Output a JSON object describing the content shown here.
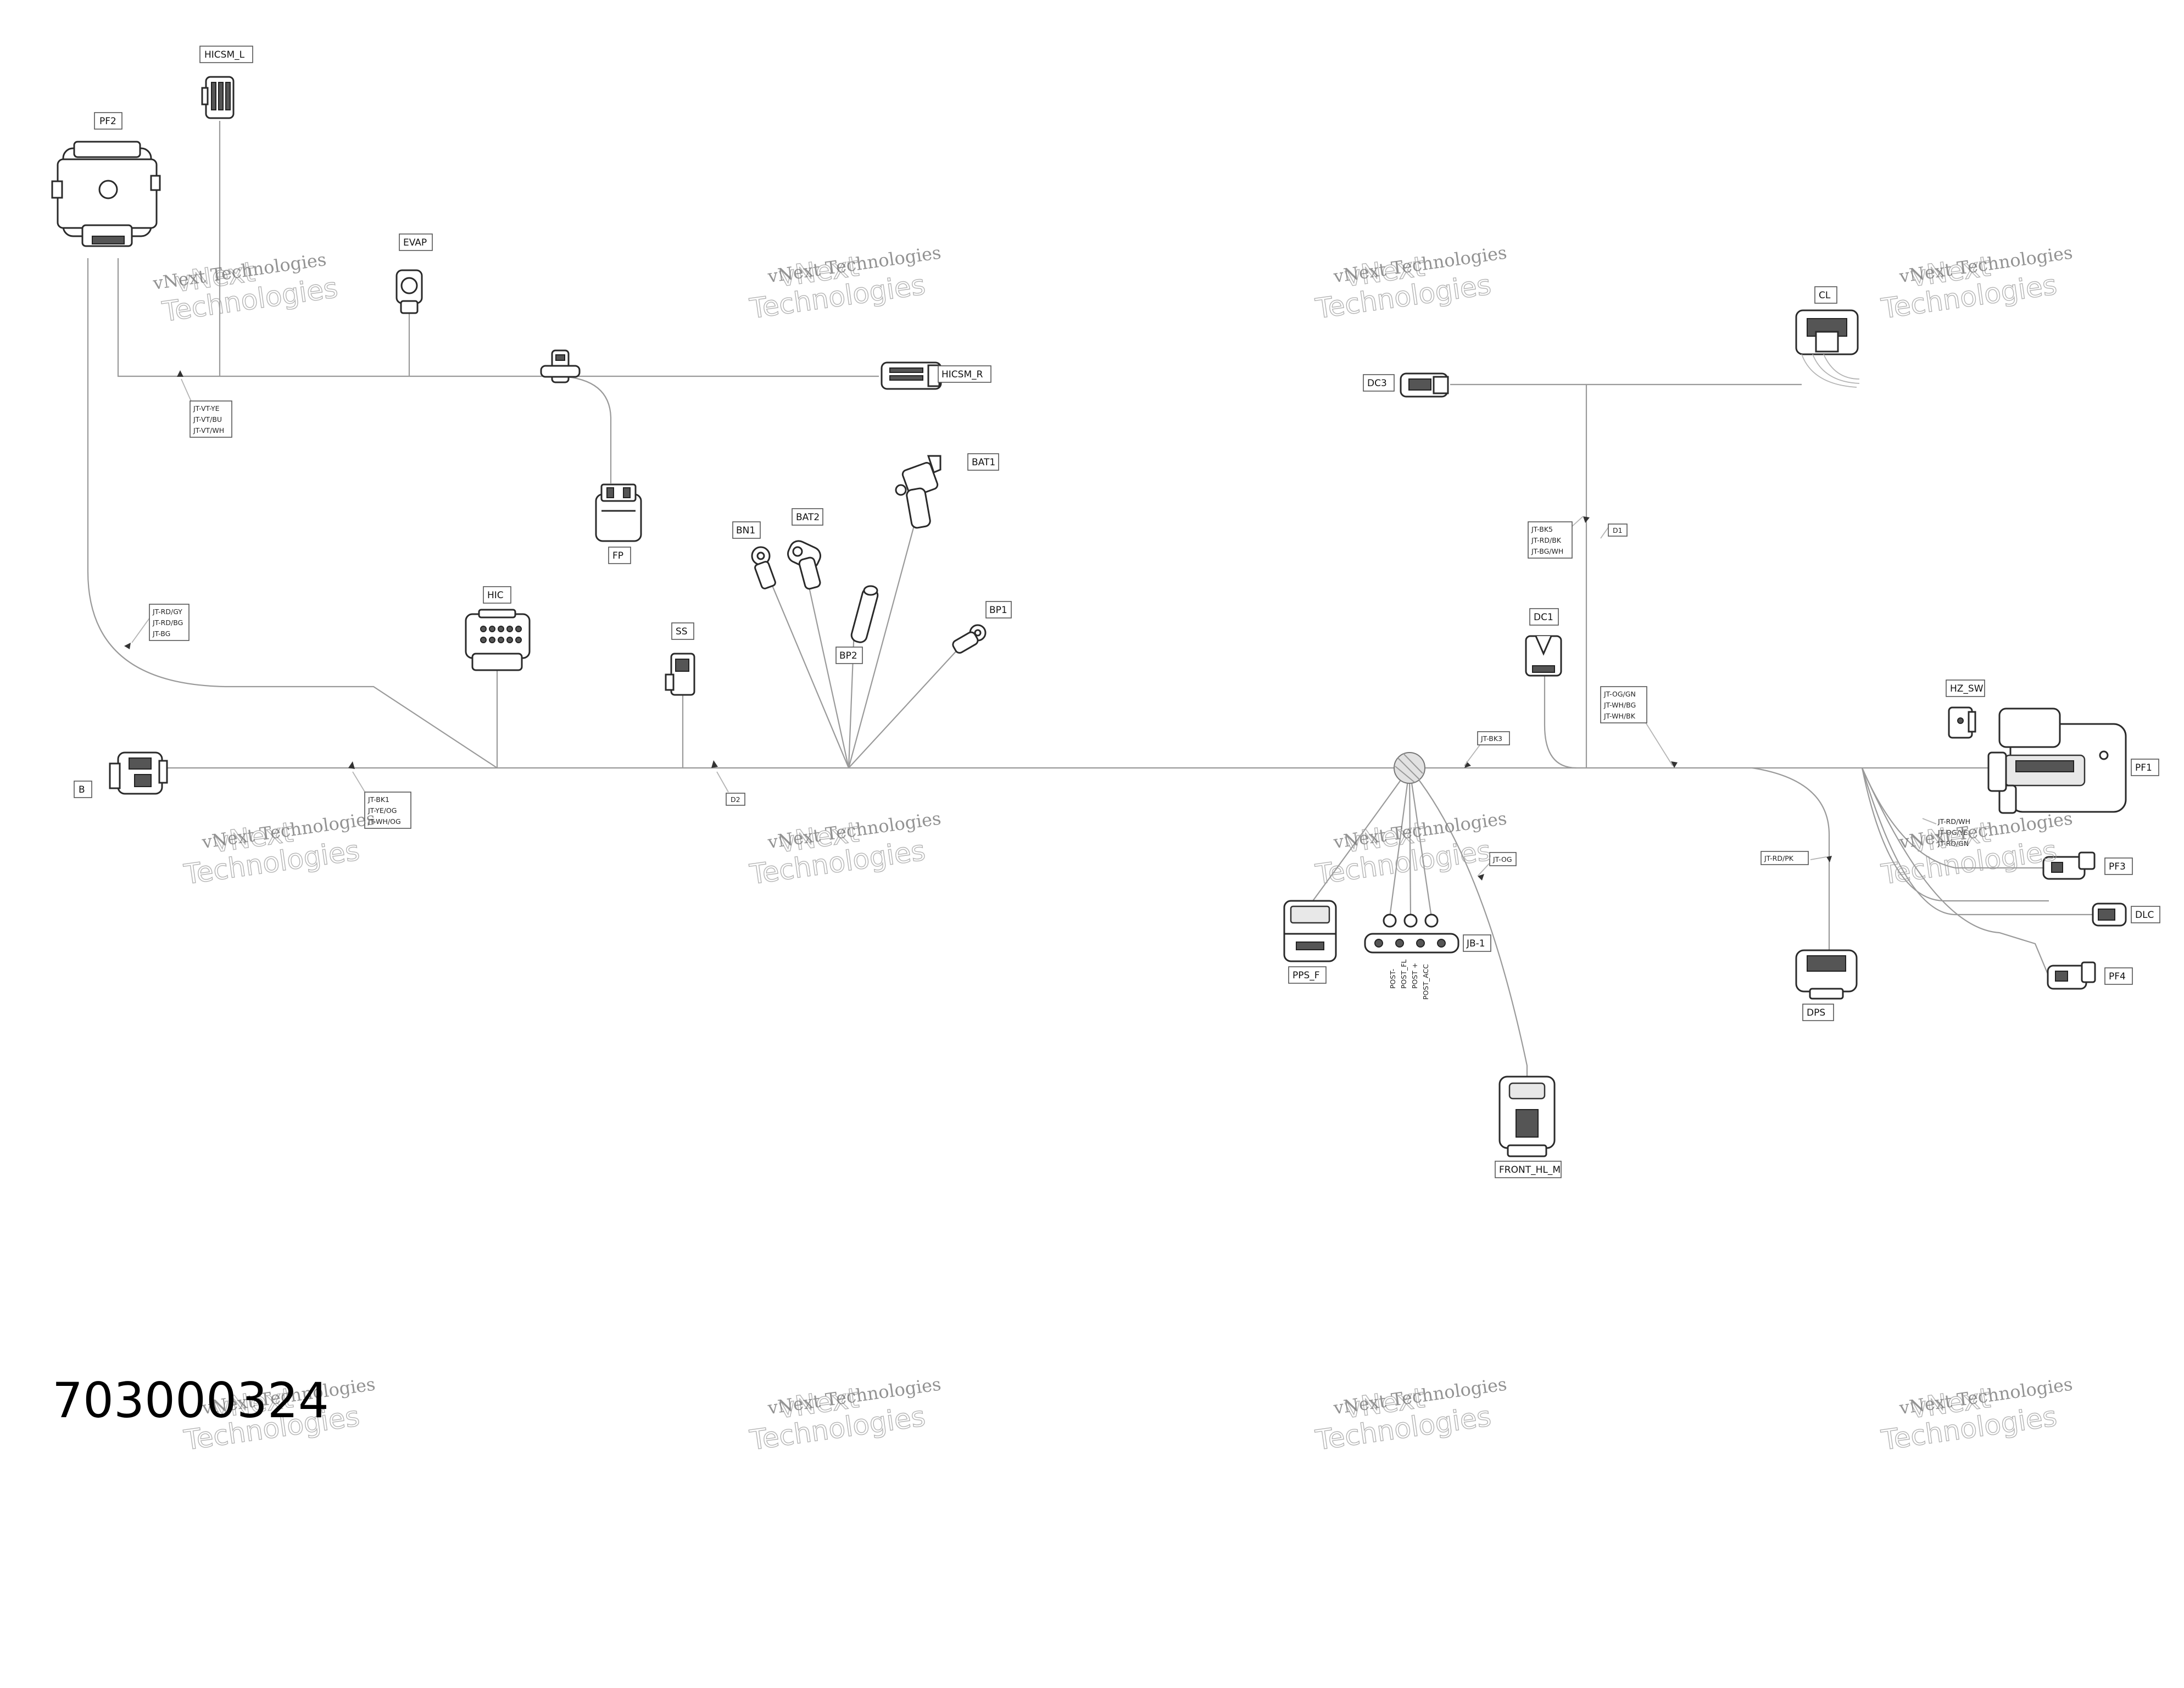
{
  "part_number": "703000324",
  "watermark": {
    "line1": "vNext Technologies",
    "line2": "vNext",
    "line3": "Technologies"
  },
  "connectors": {
    "hicsm_l": "HICSM_L",
    "pf2": "PF2",
    "evap": "EVAP",
    "hicsm_r": "HICSM_R",
    "bat1": "BAT1",
    "fp": "FP",
    "bn1": "BN1",
    "bat2": "BAT2",
    "bp1": "BP1",
    "bp2": "BP2",
    "hic": "HIC",
    "ss": "SS",
    "b": "B",
    "dc3": "DC3",
    "cl": "CL",
    "d1": "D1",
    "dc1": "DC1",
    "hz_sw": "HZ_SW",
    "pf1": "PF1",
    "pf3": "PF3",
    "dlc": "DLC",
    "pf4": "PF4",
    "dps": "DPS",
    "pps_f": "PPS_F",
    "jb1": "JB-1",
    "front_hl_m": "FRONT_HL_M",
    "d2": "D2"
  },
  "wire_groups": {
    "g1": [
      "JT-VT-YE",
      "JT-VT/BU",
      "JT-VT/WH"
    ],
    "g2": [
      "JT-RD/GY",
      "JT-RD/BG",
      "JT-BG"
    ],
    "g3": [
      "JT-BK1",
      "JT-YE/OG",
      "JT-WH/OG"
    ],
    "g4": [
      "JT-BK5",
      "JT-RD/BK",
      "JT-BG/WH"
    ],
    "g5": [
      "JT-OG/GN",
      "JT-WH/BG",
      "JT-WH/BK"
    ],
    "g6": "JT-BK3",
    "g7": "JT-OG",
    "g8": "JT-RD/PK",
    "g9": [
      "JT-RD/WH",
      "JT-OG/YE",
      "JT-RD/GN"
    ]
  },
  "jb_posts": [
    "POST-",
    "POST_FL",
    "POST +",
    "POST_ACC"
  ]
}
